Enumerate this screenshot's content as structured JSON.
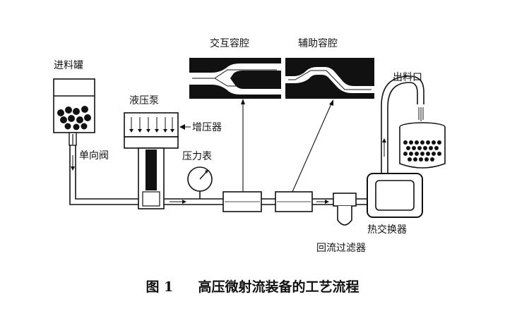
{
  "figure": {
    "labels": {
      "feed_tank": "进料罐",
      "check_valve": "单向阀",
      "hydraulic_pump": "液压泵",
      "intensifier": "增压器",
      "pressure_gauge": "压力表",
      "interaction_chamber": "交互容腔",
      "auxiliary_chamber": "辅助容腔",
      "outlet": "出料口",
      "heat_exchanger": "热交换器",
      "return_filter": "回流过滤器"
    },
    "caption": {
      "number": "图 1",
      "title": "高压微射流装备的工艺流程"
    }
  }
}
